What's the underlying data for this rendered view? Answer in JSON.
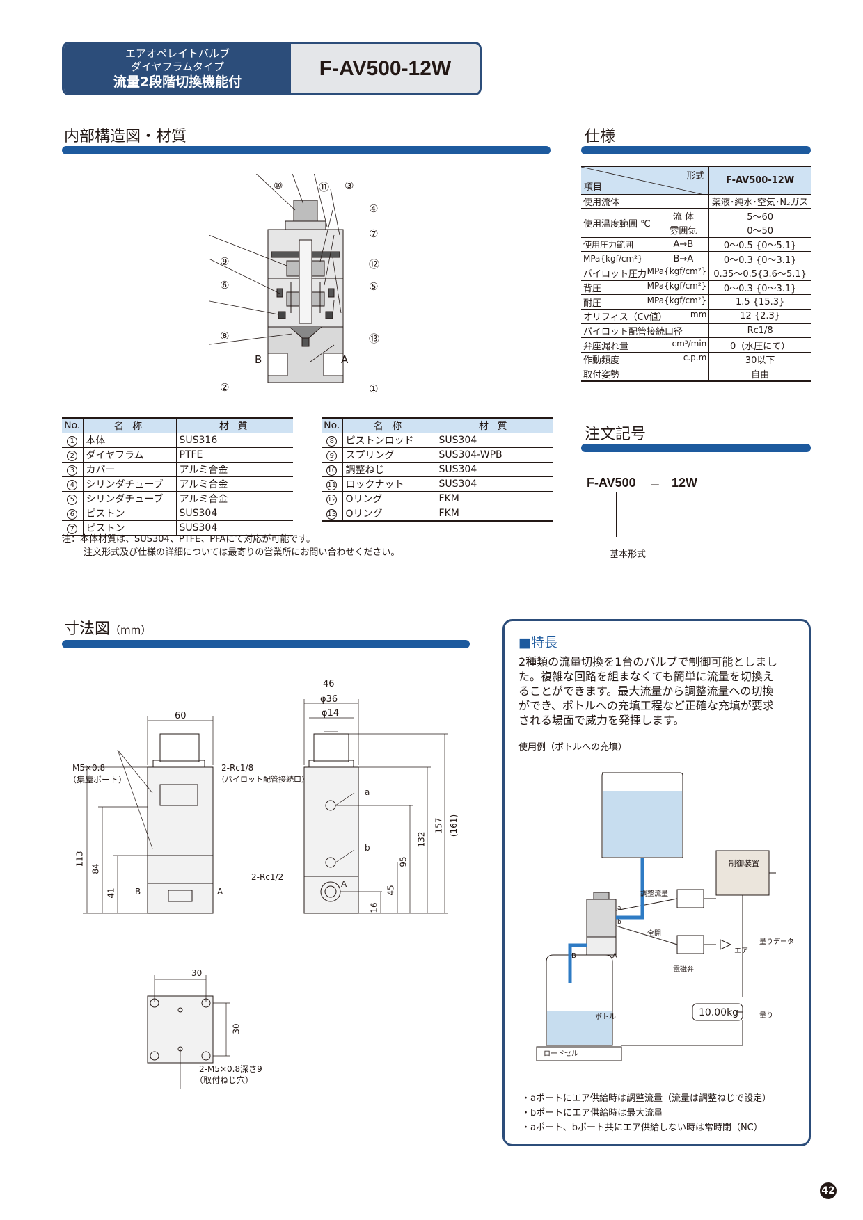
{
  "header": {
    "line1": "エアオペレイトバルブ",
    "line2": "ダイヤフラムタイプ",
    "line3": "流量2段階切換機能付",
    "model": "F-AV500-12W"
  },
  "sections": {
    "structure": "内部構造図・材質",
    "spec": "仕様",
    "order": "注文記号",
    "dimension": "寸法図",
    "dimension_unit": "（mm）"
  },
  "structure_diagram": {
    "callouts": [
      "⑩",
      "⑪",
      "③",
      "④",
      "⑦",
      "⑨",
      "⑫",
      "⑥",
      "⑤",
      "⑧",
      "⑬",
      "②",
      "①"
    ],
    "port_b": "B",
    "port_a": "A"
  },
  "parts_table": {
    "headers": {
      "no": "No.",
      "name": "名 称",
      "material": "材 質"
    },
    "left": [
      {
        "no": "1",
        "name": "本体",
        "material": "SUS316"
      },
      {
        "no": "2",
        "name": "ダイヤフラム",
        "material": "PTFE"
      },
      {
        "no": "3",
        "name": "カバー",
        "material": "アルミ合金"
      },
      {
        "no": "4",
        "name": "シリンダチューブ",
        "material": "アルミ合金"
      },
      {
        "no": "5",
        "name": "シリンダチューブ",
        "material": "アルミ合金"
      },
      {
        "no": "6",
        "name": "ピストン",
        "material": "SUS304"
      },
      {
        "no": "7",
        "name": "ピストン",
        "material": "SUS304"
      }
    ],
    "right": [
      {
        "no": "8",
        "name": "ピストンロッド",
        "material": "SUS304"
      },
      {
        "no": "9",
        "name": "スプリング",
        "material": "SUS304-WPB"
      },
      {
        "no": "10",
        "name": "調整ねじ",
        "material": "SUS304"
      },
      {
        "no": "11",
        "name": "ロックナット",
        "material": "SUS304"
      },
      {
        "no": "12",
        "name": "Oリング",
        "material": "FKM"
      },
      {
        "no": "13",
        "name": "Oリング",
        "material": "FKM"
      }
    ],
    "note_line1": "注：本体材質は、SUS304、PTFE、PFAにて対応が可能です。",
    "note_line2": "注文形式及び仕様の詳細については最寄りの営業所にお問い合わせください。"
  },
  "spec_table": {
    "head_type": "形式",
    "head_item": "項目",
    "head_model": "F-AV500-12W",
    "fluid_label": "使用流体",
    "fluid_value": "薬液･純水･空気･N₂ガス",
    "temp_label": "使用温度範囲 ℃",
    "temp_fluid_label": "流 体",
    "temp_fluid_value": "5〜60",
    "temp_amb_label": "雰囲気",
    "temp_amb_value": "0〜50",
    "press_label1": "使用圧力範囲",
    "press_label2": "MPa{kgf/cm²}",
    "press_ab_label": "A→B",
    "press_ab_value": "0〜0.5 {0〜5.1}",
    "press_ba_label": "B→A",
    "press_ba_value": "0〜0.3 {0〜3.1}",
    "pilot_label": "パイロット圧力",
    "pilot_unit": "MPa{kgf/cm²}",
    "pilot_value": "0.35〜0.5{3.6〜5.1}",
    "back_label": "背圧",
    "back_unit": "MPa{kgf/cm²}",
    "back_value": "0〜0.3 {0〜3.1}",
    "proof_label": "耐圧",
    "proof_unit": "MPa{kgf/cm²}",
    "proof_value": "1.5 {15.3}",
    "orifice_label": "オリフィス（Cv値）",
    "orifice_unit": "mm",
    "orifice_value": "12 {2.3}",
    "pilot_port_label": "パイロット配管接続口径",
    "pilot_port_value": "Rc1/8",
    "leak_label": "弁座漏れ量",
    "leak_unit": "cm³/min",
    "leak_value": "0（水圧にて）",
    "freq_label": "作動頻度",
    "freq_unit": "c.p.m",
    "freq_value": "30以下",
    "mount_label": "取付姿勢",
    "mount_value": "自由"
  },
  "order_code": {
    "base": "F-AV500",
    "dash": "－",
    "suffix": "12W",
    "base_label": "基本形式"
  },
  "dimension": {
    "front": {
      "width": "60",
      "exhaust_port": "M5×0.8",
      "exhaust_label": "（集塵ポート）",
      "pilot_port": "2-Rc1/8",
      "pilot_label": "（パイロット配管接続口）",
      "h113": "113",
      "h84": "84",
      "h41": "41",
      "port_b": "B",
      "port_a": "A",
      "main_port": "2-Rc1/2"
    },
    "side": {
      "w46": "46",
      "d36": "φ36",
      "d14": "φ14",
      "a": "a",
      "b": "b",
      "port_a": "A",
      "h16": "16",
      "h45": "45",
      "h95": "95",
      "h132": "132",
      "h157": "157",
      "h161": "(161)"
    },
    "bottom": {
      "w30": "30",
      "h30": "30",
      "screw": "2-M5×0.8深さ9",
      "screw_label": "（取付ねじ穴）"
    }
  },
  "features": {
    "title": "■特長",
    "lines": [
      "2種類の流量切換を1台のバルブで制御可能としまし",
      "た。複雑な回路を組まなくても簡単に流量を切換え",
      "ることができます。最大流量から調整流量への切換",
      "ができ、ボトルへの充填工程など正確な充填が要求",
      "される場面で威力を発揮します。"
    ],
    "usage_title": "使用例（ボトルへの充填）",
    "diagram": {
      "control": "制御装置",
      "adjust_flow": "調整流量",
      "full_open": "全開",
      "solenoid": "電磁弁",
      "air": "エア",
      "weight_data": "量りデータ",
      "scale_display": "10.00kg",
      "scale": "量り",
      "bottle": "ボトル",
      "load_cell": "ロードセル",
      "port_a": "a",
      "port_b": "b",
      "B": "B",
      "A": "A"
    },
    "notes": [
      "・aポートにエア供給時は調整流量（流量は調整ねじで設定）",
      "・bポートにエア供給時は最大流量",
      "・aポート、bポート共にエア供給しない時は常時閉（NC）"
    ]
  },
  "page_number": "42",
  "colors": {
    "navy": "#2c4d7a",
    "blue_bar": "#1d5a9e",
    "light_blue": "#cfe2f3",
    "tank_blue": "#c7ddef",
    "pipe_blue": "#2e7bc4"
  }
}
